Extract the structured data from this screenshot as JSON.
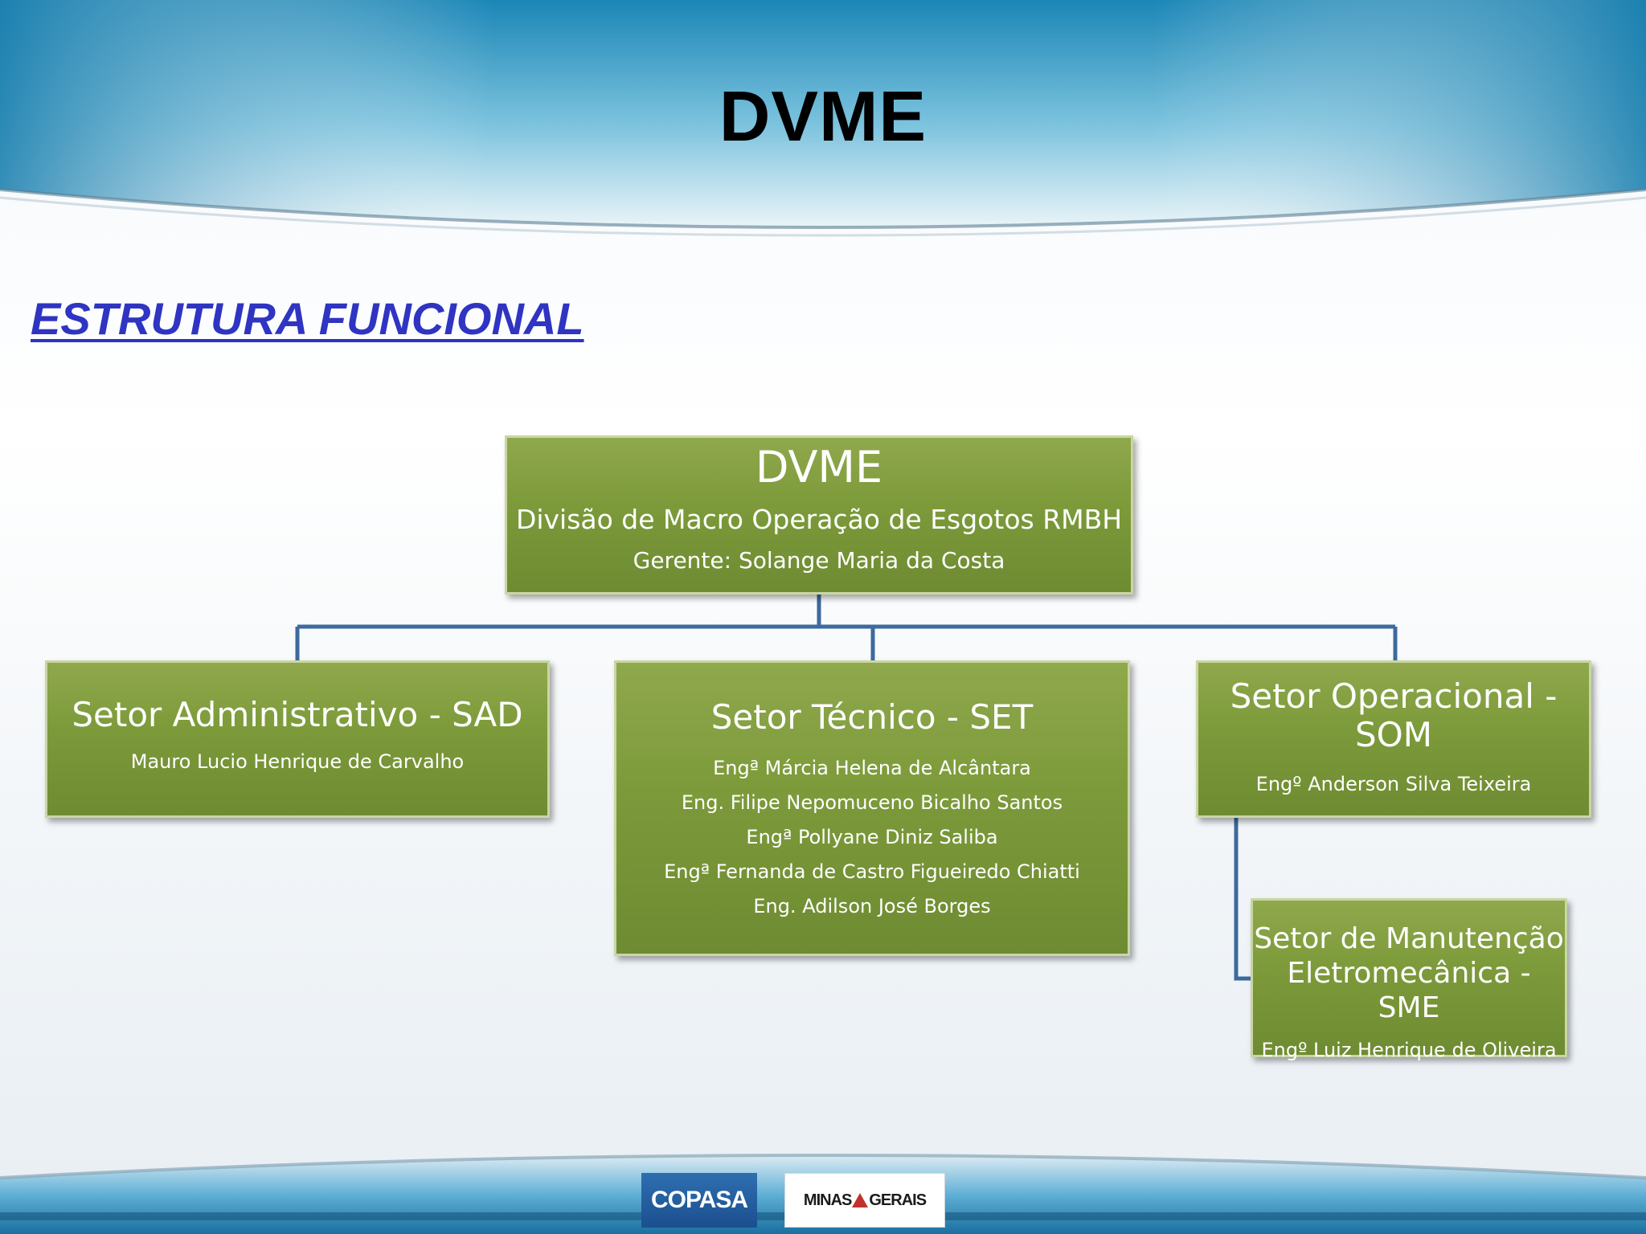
{
  "slide": {
    "title": "DVME",
    "section_title": "ESTRUTURA FUNCIONAL"
  },
  "org_chart": {
    "root": {
      "title": "DVME",
      "subtitle": "Divisão de Macro Operação de Esgotos RMBH",
      "manager": "Gerente: Solange Maria da Costa"
    },
    "sad": {
      "title": "Setor Administrativo - SAD",
      "members": [
        "Mauro Lucio Henrique de Carvalho"
      ]
    },
    "set": {
      "title": "Setor Técnico - SET",
      "members": [
        "Engª Márcia Helena de Alcântara",
        "Eng. Filipe Nepomuceno Bicalho Santos",
        "Engª Pollyane Diniz Saliba",
        "Engª Fernanda de Castro Figueiredo Chiatti",
        "Eng. Adilson José Borges"
      ]
    },
    "som": {
      "title_line1": "Setor Operacional -",
      "title_line2": "SOM",
      "members": [
        "Engº Anderson Silva Teixeira"
      ]
    },
    "sme": {
      "title_line1": "Setor de Manutenção",
      "title_line2": "Eletromecânica - SME",
      "members": [
        "Engº Luiz Henrique de Oliveira"
      ]
    }
  },
  "logos": {
    "copasa": "COPASA",
    "minas_left": "MINAS",
    "minas_right": "GERAIS"
  },
  "colors": {
    "box_green": "#7c9a3a",
    "connector_blue": "#3d6a9e",
    "section_title_blue": "#2f34c2",
    "header_blue": "#2a8fbf"
  }
}
